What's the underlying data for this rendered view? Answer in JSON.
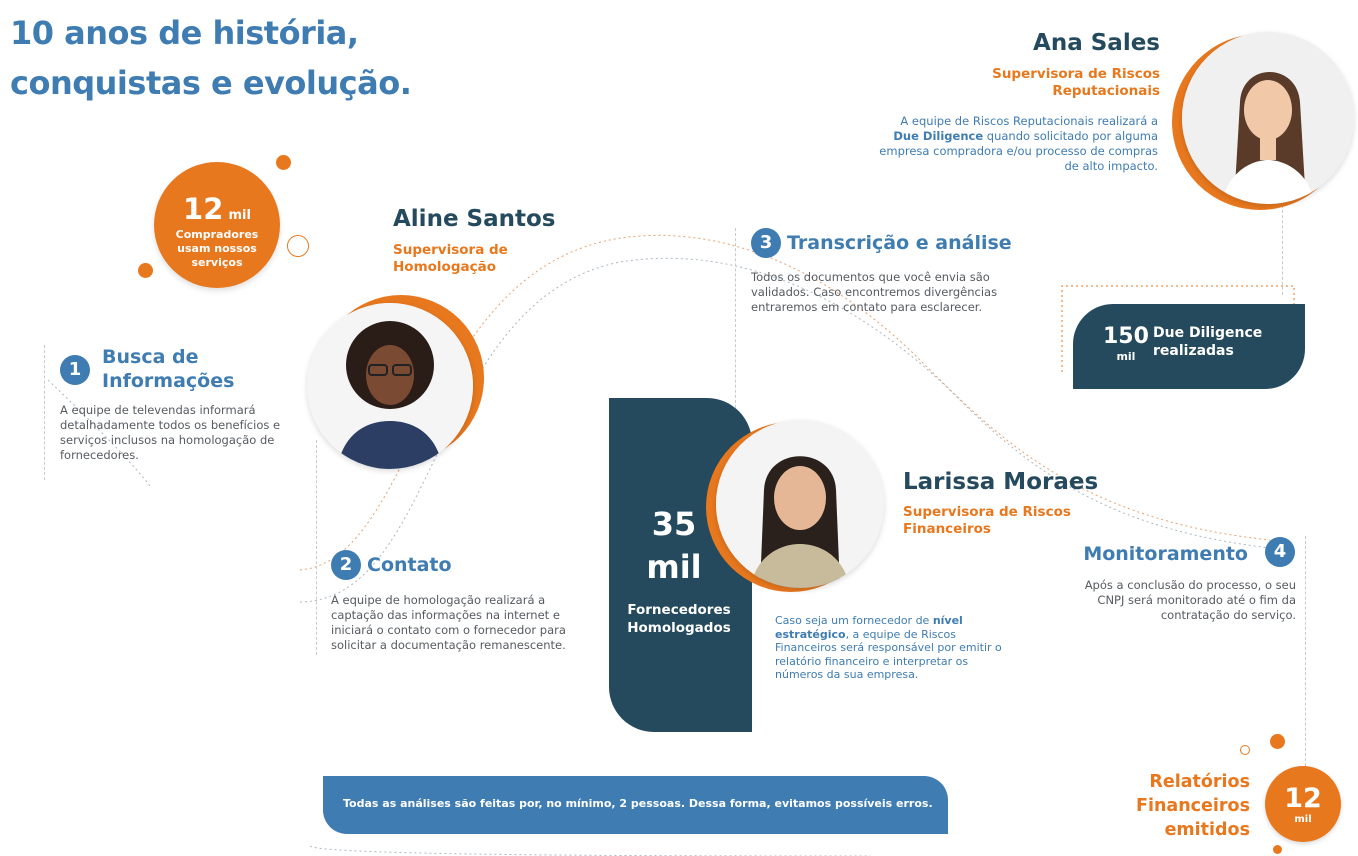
{
  "title": {
    "line1": "10 anos de história,",
    "line2": "conquistas e evolução."
  },
  "buyers_badge": {
    "number": "12",
    "unit": "mil",
    "label": "Compradores usam nossos serviços"
  },
  "ana": {
    "name": "Ana Sales",
    "role": "Supervisora de Riscos Reputacionais",
    "text_before": "A equipe de Riscos Reputacionais realizará a ",
    "text_bold": "Due Diligence",
    "text_after": " quando solicitado por alguma empresa compradora e/ou processo de compras de alto impacto."
  },
  "aline": {
    "name": "Aline Santos",
    "role": "Supervisora de Homologação"
  },
  "larissa": {
    "name": "Larissa Moraes",
    "role": "Supervisora de Riscos Financeiros",
    "text_before": "Caso seja um fornecedor de ",
    "text_bold": "nível estratégico",
    "text_after": ", a equipe de Riscos Financeiros será responsável por emitir o relatório financeiro e interpretar os números da sua empresa."
  },
  "steps": [
    {
      "number": "1",
      "title": "Busca de Informações",
      "text": "A equipe de televendas informará detalhadamente todos os benefícios e serviços inclusos na homologação de fornecedores."
    },
    {
      "number": "2",
      "title": "Contato",
      "text": "A equipe de homologação realizará a captação das informações na internet e iniciará o contato com o fornecedor para solicitar a documentação remanescente."
    },
    {
      "number": "3",
      "title": "Transcrição e análise",
      "text": "Todos os documentos que você envia são validados. Caso encontremos divergências entraremos em contato para esclarecer."
    },
    {
      "number": "4",
      "title": "Monitoramento",
      "text": "Após a conclusão do processo, o seu CNPJ será monitorado até o fim da contratação do serviço."
    }
  ],
  "due_diligence": {
    "number": "150",
    "unit": "mil",
    "label": "Due Diligence realizadas"
  },
  "suppliers": {
    "number": "35",
    "unit": "mil",
    "label": "Fornecedores Homologados"
  },
  "reports": {
    "label": "Relatórios Financeiros emitidos",
    "number": "12",
    "unit": "mil"
  },
  "footer_note": "Todas as análises são feitas por, no mínimo, 2 pessoas. Dessa forma, evitamos possíveis erros.",
  "colors": {
    "orange": "#e8781e",
    "blue": "#3e7cb1",
    "navy": "#254a5e"
  }
}
